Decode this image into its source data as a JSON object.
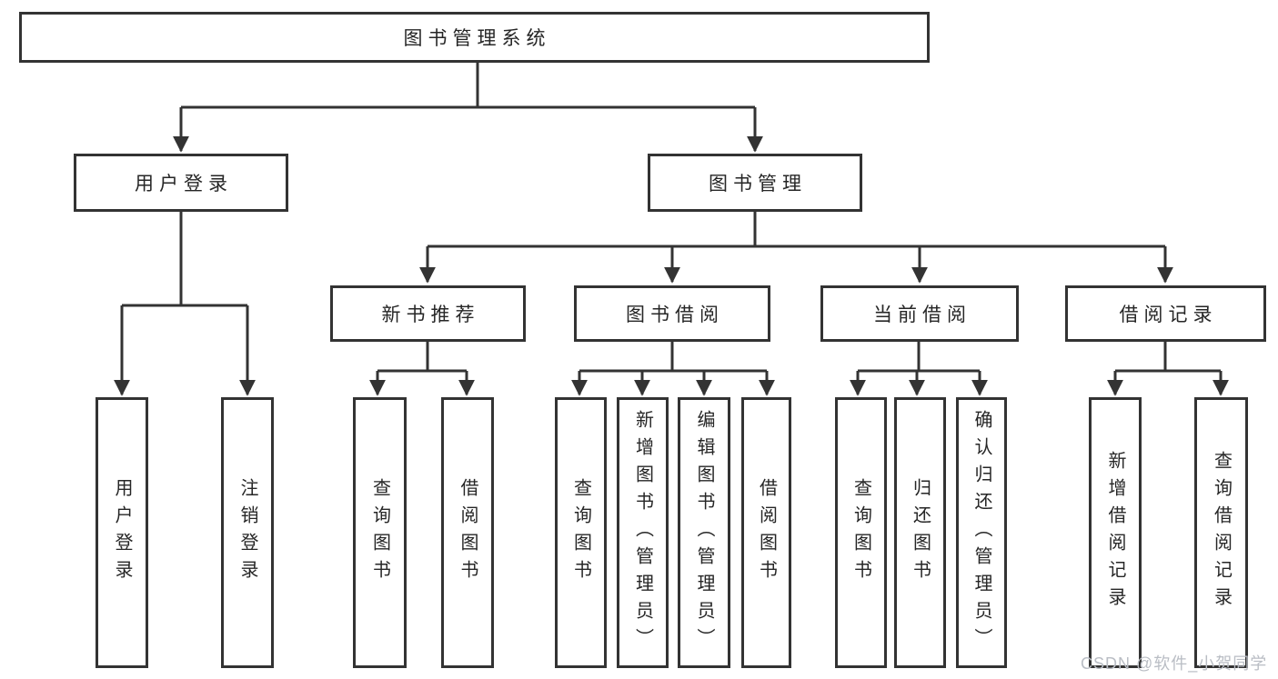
{
  "tree": {
    "label": "图书管理系统",
    "children": [
      {
        "label": "用户登录",
        "children": [
          {
            "label": "用户登录"
          },
          {
            "label": "注销登录"
          }
        ]
      },
      {
        "label": "图书管理",
        "children": [
          {
            "label": "新书推荐",
            "children": [
              {
                "label": "查询图书"
              },
              {
                "label": "借阅图书"
              }
            ]
          },
          {
            "label": "图书借阅",
            "children": [
              {
                "label": "查询图书"
              },
              {
                "label": "新增图书（管理员）"
              },
              {
                "label": "编辑图书（管理员）"
              },
              {
                "label": "借阅图书"
              }
            ]
          },
          {
            "label": "当前借阅",
            "children": [
              {
                "label": "查询图书"
              },
              {
                "label": "归还图书"
              },
              {
                "label": "确认归还（管理员）"
              }
            ]
          },
          {
            "label": "借阅记录",
            "children": [
              {
                "label": "新增借阅记录"
              },
              {
                "label": "查询借阅记录"
              }
            ]
          }
        ]
      }
    ]
  },
  "watermark": {
    "text": "CSDN @软件_小贺同学"
  },
  "colors": {
    "line": "#333333",
    "box_border": "#333333",
    "text": "#262626",
    "background": "#ffffff",
    "watermark": "#b9bdc4"
  }
}
